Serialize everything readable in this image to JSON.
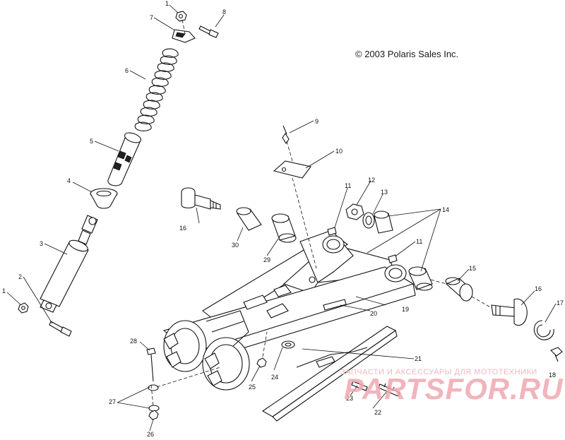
{
  "copyright": "© 2003 Polaris Sales Inc.",
  "watermark": {
    "top_text": "ЗАПЧАСТИ И АКСЕССУАРЫ ДЛЯ МОТОТЕХНИКИ",
    "logo_text": "PARTSFOR.RU",
    "color": "#f0a7b1"
  },
  "callouts": {
    "c1_top": "1",
    "c8": "8",
    "c7": "7",
    "c6": "6",
    "c5": "5",
    "c4": "4",
    "c3": "3",
    "c2": "2",
    "c1_left": "1",
    "c9": "9",
    "c10": "10",
    "c11_a": "11",
    "c11_b": "11",
    "c12": "12",
    "c13": "13",
    "c14": "14",
    "c15": "15",
    "c16_left": "16",
    "c16_right": "16",
    "c17": "17",
    "c18": "18",
    "c19": "19",
    "c20": "20",
    "c21": "21",
    "c22": "22",
    "c23": "23",
    "c24": "24",
    "c25": "25",
    "c26": "26",
    "c27": "27",
    "c28": "28",
    "c29": "29",
    "c30": "30"
  }
}
